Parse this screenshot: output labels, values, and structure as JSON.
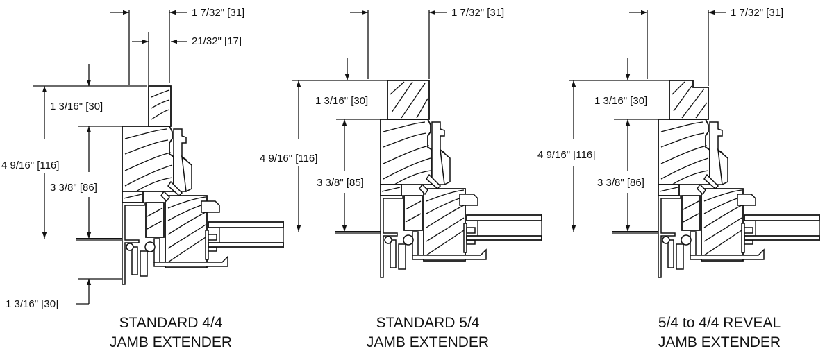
{
  "panels": [
    {
      "top_width": "1 7/32\" [31]",
      "ext_width": "21/32\" [17]",
      "ext_height": "1 3/16\" [30]",
      "total_height": "4 9/16\" [116]",
      "jamb_height": "3 3/8\" [86]",
      "bottom_offset": "1 3/16\" [30]",
      "caption_line1": "STANDARD 4/4",
      "caption_line2": "JAMB EXTENDER"
    },
    {
      "top_width": "1 7/32\" [31]",
      "ext_height": "1 3/16\" [30]",
      "total_height": "4 9/16\" [116]",
      "jamb_height": "3 3/8\" [85]",
      "caption_line1": "STANDARD 5/4",
      "caption_line2": "JAMB EXTENDER"
    },
    {
      "top_width": "1 7/32\" [31]",
      "ext_height": "1 3/16\" [30]",
      "total_height": "4 9/16\" [116]",
      "jamb_height": "3 3/8\" [86]",
      "caption_line1": "5/4 to 4/4 REVEAL",
      "caption_line2": "JAMB EXTENDER"
    }
  ]
}
